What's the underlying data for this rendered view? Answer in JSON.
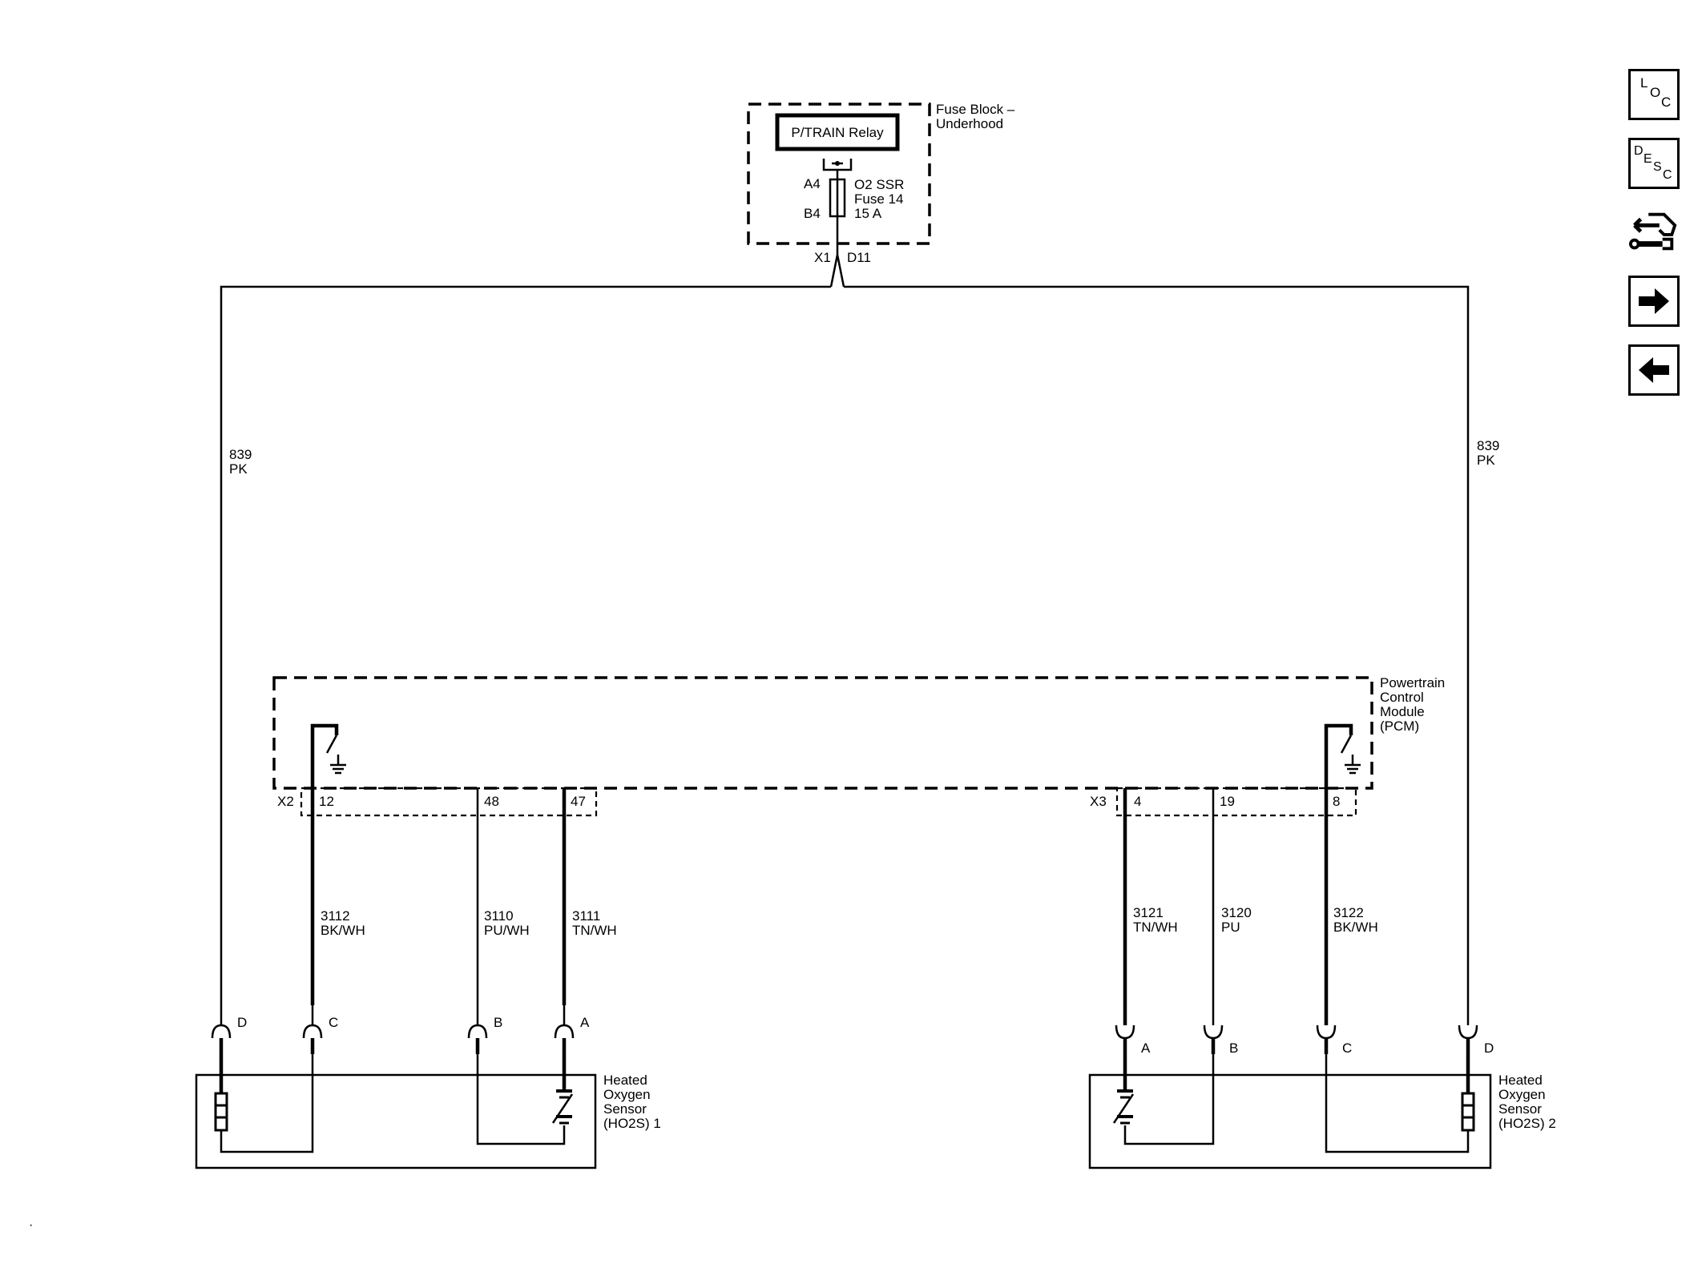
{
  "fuse_block": {
    "title_line1": "Fuse Block –",
    "title_line2": "Underhood",
    "relay_label": "P/TRAIN Relay",
    "pin_top": "A4",
    "pin_bottom": "B4",
    "fuse_line1": "O2 SSR",
    "fuse_line2": "Fuse 14",
    "fuse_line3": "15 A",
    "connector": "X1",
    "terminal": "D11"
  },
  "feed_wires": {
    "left": {
      "circuit": "839",
      "color": "PK"
    },
    "right": {
      "circuit": "839",
      "color": "PK"
    }
  },
  "pcm": {
    "title_line1": "Powertrain",
    "title_line2": "Control",
    "title_line3": "Module",
    "title_line4": "(PCM)",
    "connector_left": "X2",
    "connector_right": "X3",
    "pins_left": [
      "12",
      "48",
      "47"
    ],
    "pins_right": [
      "4",
      "19",
      "8"
    ]
  },
  "wires_left": [
    {
      "circuit": "3112",
      "color": "BK/WH"
    },
    {
      "circuit": "3110",
      "color": "PU/WH"
    },
    {
      "circuit": "3111",
      "color": "TN/WH"
    }
  ],
  "wires_right": [
    {
      "circuit": "3121",
      "color": "TN/WH"
    },
    {
      "circuit": "3120",
      "color": "PU"
    },
    {
      "circuit": "3122",
      "color": "BK/WH"
    }
  ],
  "sensor1": {
    "pins": [
      "D",
      "C",
      "B",
      "A"
    ],
    "line1": "Heated",
    "line2": "Oxygen",
    "line3": "Sensor",
    "line4": "(HO2S) 1"
  },
  "sensor2": {
    "pins": [
      "A",
      "B",
      "C",
      "D"
    ],
    "line1": "Heated",
    "line2": "Oxygen",
    "line3": "Sensor",
    "line4": "(HO2S) 2"
  },
  "nav": {
    "loc": {
      "l1": "L",
      "l2": "O",
      "l3": "C"
    },
    "desc": {
      "l1": "D",
      "l2": "E",
      "l3": "S",
      "l4": "C"
    }
  }
}
